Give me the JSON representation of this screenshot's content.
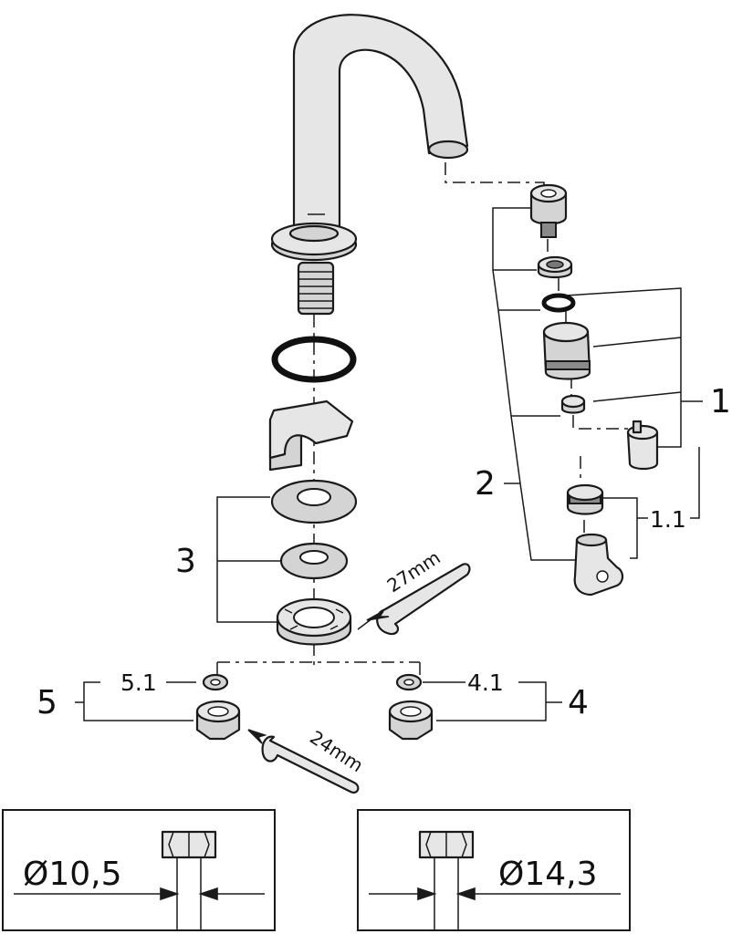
{
  "callouts": {
    "c1": "1",
    "c11": "1.1",
    "c2": "2",
    "c3": "3",
    "c4": "4",
    "c41": "4.1",
    "c5": "5",
    "c51": "5.1"
  },
  "wrench_large": "27mm",
  "wrench_small": "24mm",
  "dimensions": {
    "left": "Ø10,5",
    "right": "Ø14,3"
  }
}
